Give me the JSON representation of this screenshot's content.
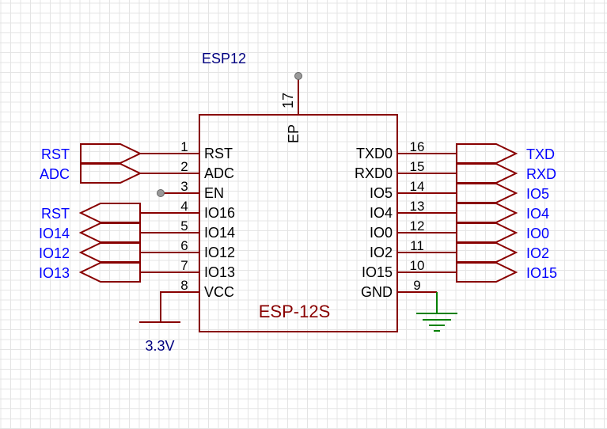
{
  "component": {
    "designator": "ESP12",
    "part_name": "ESP-12S",
    "ep_label": "EP",
    "ep_number": "17"
  },
  "left_pins": [
    {
      "number": "1",
      "name": "RST"
    },
    {
      "number": "2",
      "name": "ADC"
    },
    {
      "number": "3",
      "name": "EN"
    },
    {
      "number": "4",
      "name": "IO16"
    },
    {
      "number": "5",
      "name": "IO14"
    },
    {
      "number": "6",
      "name": "IO12"
    },
    {
      "number": "7",
      "name": "IO13"
    },
    {
      "number": "8",
      "name": "VCC"
    }
  ],
  "right_pins": [
    {
      "number": "16",
      "name": "TXD0"
    },
    {
      "number": "15",
      "name": "RXD0"
    },
    {
      "number": "14",
      "name": "IO5"
    },
    {
      "number": "13",
      "name": "IO4"
    },
    {
      "number": "12",
      "name": "IO0"
    },
    {
      "number": "11",
      "name": "IO2"
    },
    {
      "number": "10",
      "name": "IO15"
    },
    {
      "number": "9",
      "name": "GND"
    }
  ],
  "left_nets": [
    "RST",
    "ADC",
    "",
    "RST",
    "IO14",
    "IO12",
    "IO13",
    ""
  ],
  "right_nets": [
    "TXD",
    "RXD",
    "IO5",
    "IO4",
    "IO0",
    "IO2",
    "IO15",
    ""
  ],
  "power_net": "3.3V",
  "colors": {
    "background": "#ffffff",
    "grid": "#e4e4e4",
    "symbol": "#880000",
    "pin_text": "#000000",
    "designator_text": "#000080",
    "part_name_text": "#880000",
    "net_label_text": "#0000ff",
    "power_label_text": "#000080",
    "ground": "#008000",
    "no_connect": "#999999"
  }
}
